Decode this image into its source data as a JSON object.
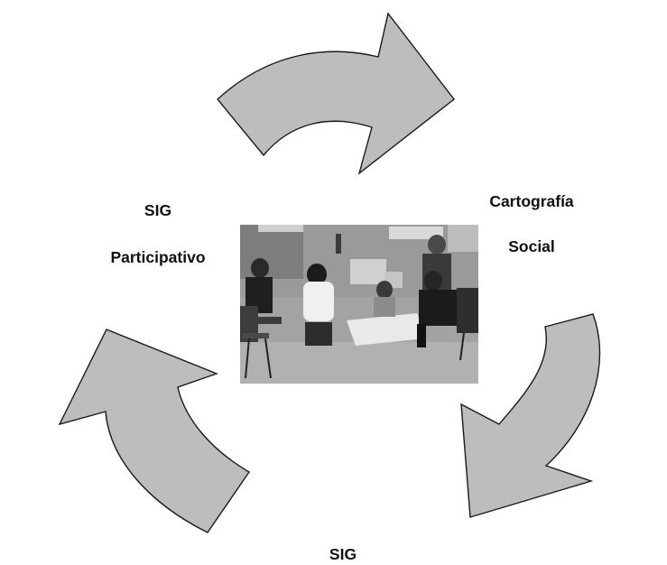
{
  "labels": {
    "cartografia_line1": "Cartografía",
    "cartografia_line2": "Social",
    "participativo_line1": "SIG",
    "participativo_line2": "Participativo",
    "sig": "SIG"
  },
  "photo": {
    "subject": "group working with maps on the floor of a classroom",
    "style": "grayscale"
  },
  "colors": {
    "arrow_fill": "#bdbdbd",
    "arrow_stroke": "#1a1a1a",
    "text": "#111111"
  }
}
